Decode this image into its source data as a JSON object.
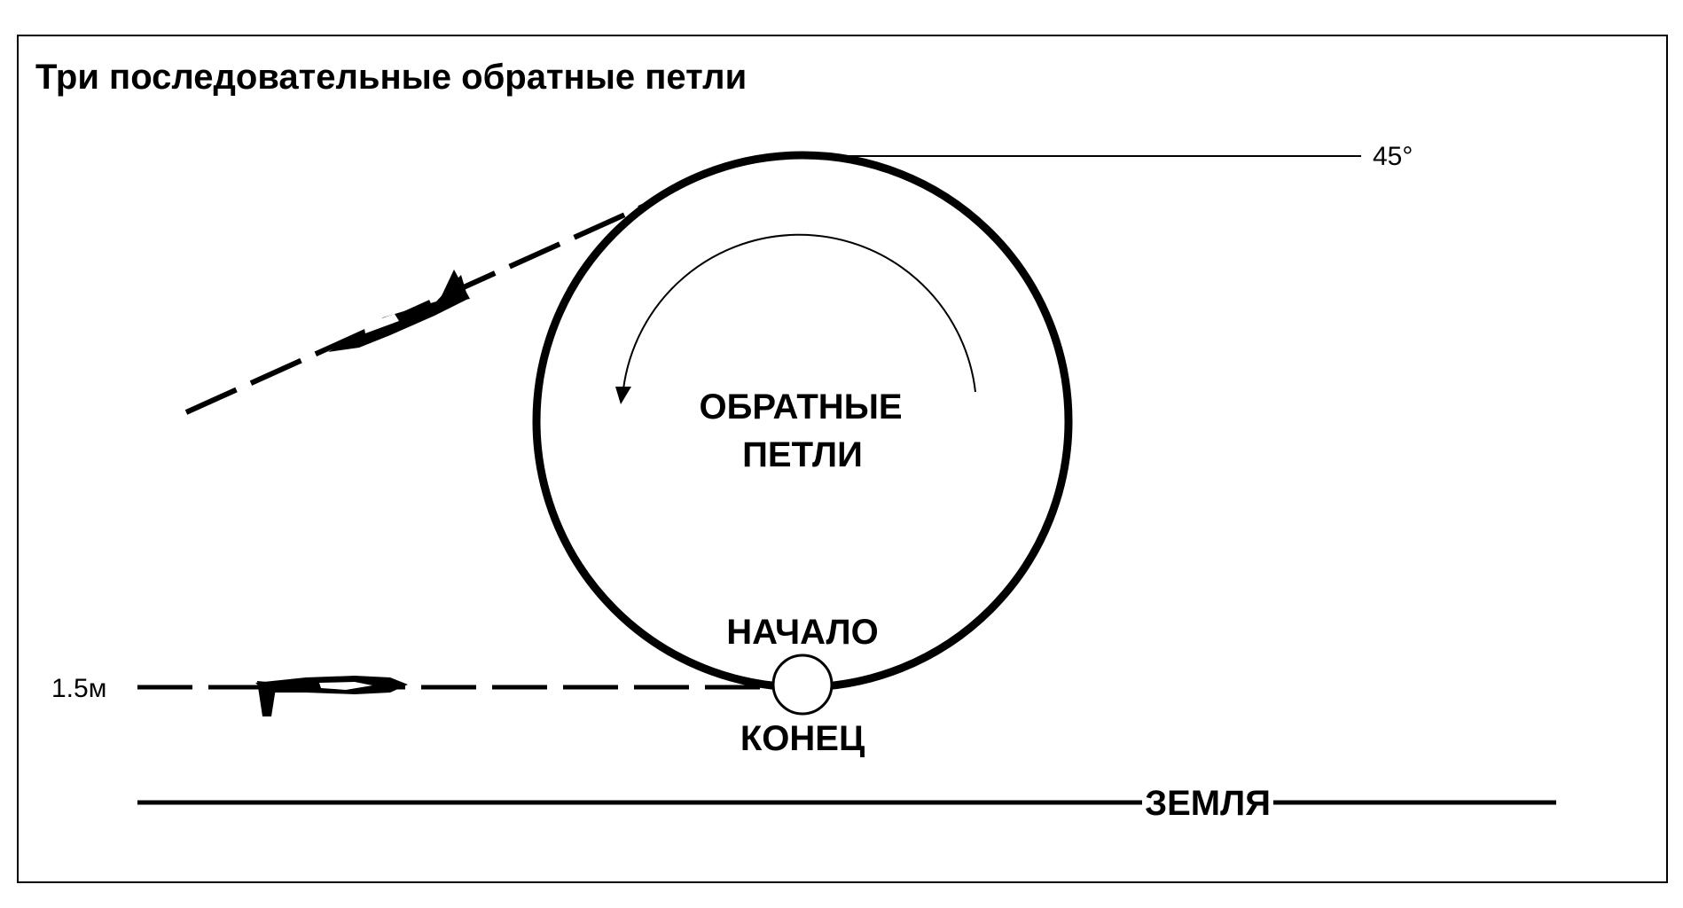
{
  "title": "Три последовательные обратные петли",
  "labels": {
    "angle": "45°",
    "maneuver_line1": "ОБРАТНЫЕ",
    "maneuver_line2": "ПЕТЛИ",
    "start": "НАЧАЛО",
    "end": "КОНЕЦ",
    "altitude": "1.5м",
    "ground": "ЗЕМЛЯ"
  },
  "icons": {
    "aircraft_entry": "aircraft-silhouette-icon",
    "aircraft_exit": "aircraft-silhouette-icon",
    "rotation_arrow": "counterclockwise-arrow-icon",
    "start_end_marker": "circle-marker-icon"
  },
  "colors": {
    "ink": "#000000",
    "background": "#ffffff"
  }
}
